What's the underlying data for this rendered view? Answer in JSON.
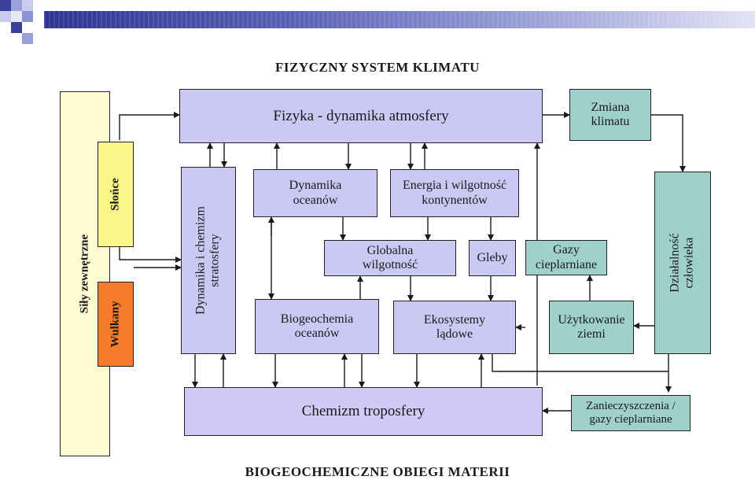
{
  "title": "FIZYCZNY SYSTEM KLIMATU",
  "footer": "BIOGEOCHEMICZNE OBIEGI MATERII",
  "boxes": {
    "sily": "Siły zewnętrzne",
    "slonce": "Słońce",
    "wulkany": "Wulkany",
    "stratosfera": "Dynamika i chemizm\nstratosfery",
    "atmosfera": "Fizyka - dynamika atmosfery",
    "zmiana": "Zmiana\nklimatu",
    "oceany": "Dynamika\noceanów",
    "energia": "Energia i wilgotność\nkontynentów",
    "wilgotnosc": "Globalna\nwilgotność",
    "gleby": "Gleby",
    "gazy": "Gazy\ncieplarniane",
    "dzialalnosc": "Działalność\nczłowieka",
    "biogeochemia": "Biogeochemia\noceanów",
    "ekosystemy": "Ekosystemy\nlądowe",
    "uzytkowanie": "Użytkowanie\nziemi",
    "troposfera": "Chemizm troposfery",
    "zanieczyszczenia": "Zanieczyszczenia /\ngazy cieplarniane"
  },
  "colors": {
    "lavender": "#ccc8f4",
    "teal": "#9fd0cc",
    "pale_yellow": "#fdfbd2",
    "yellow": "#fbf68a",
    "orange": "#f47c2a"
  }
}
